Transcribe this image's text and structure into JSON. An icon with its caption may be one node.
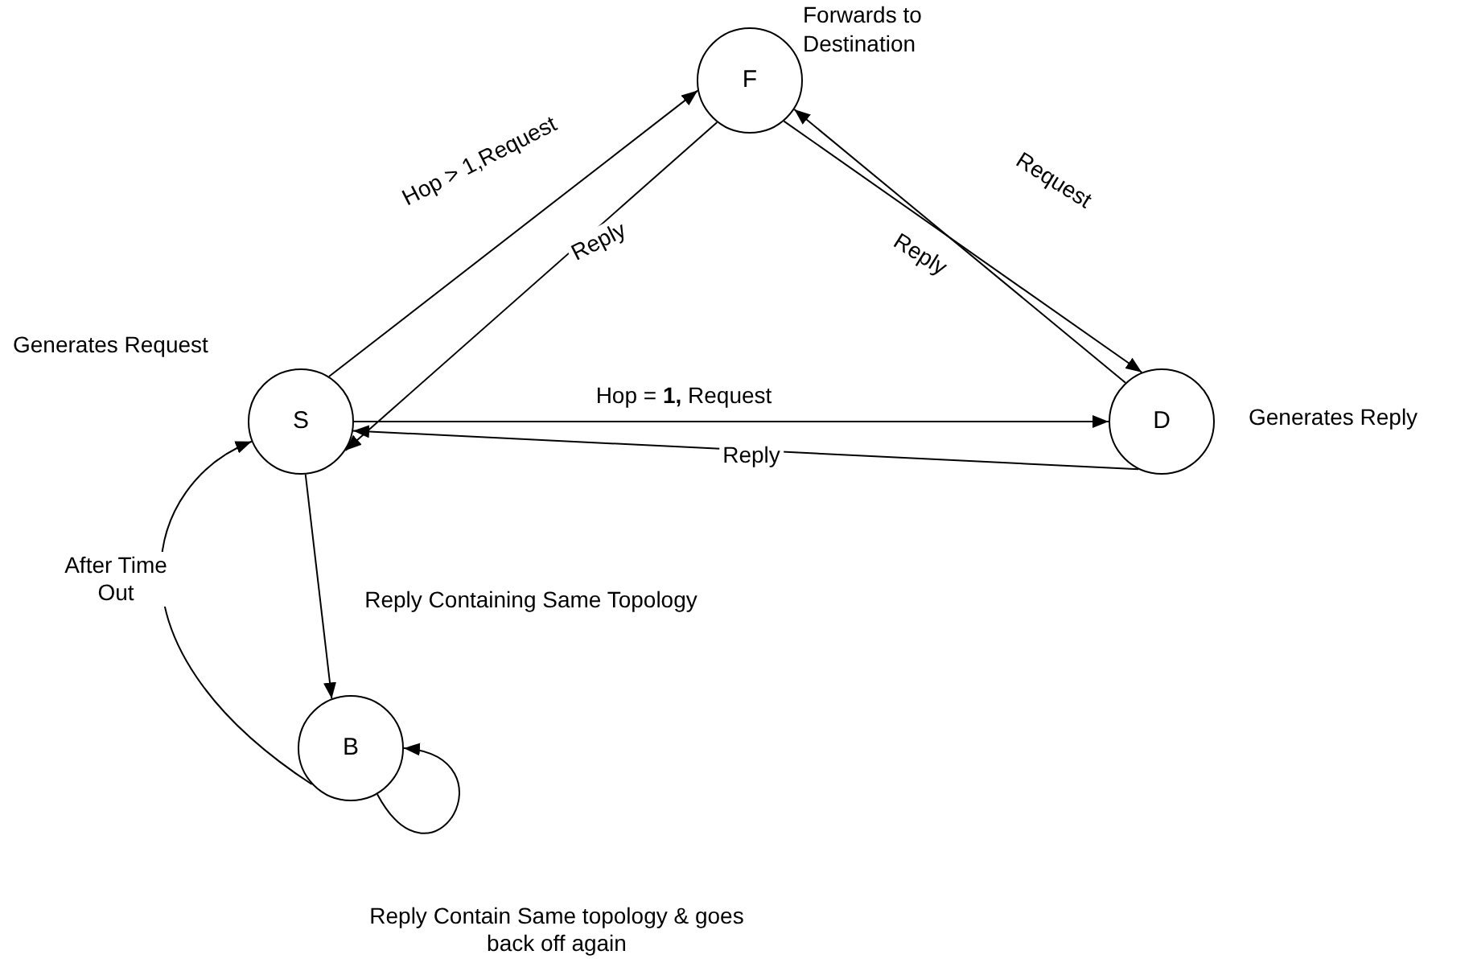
{
  "diagram": {
    "nodes": [
      {
        "text": [
          "F"
        ],
        "beside": [
          "Forwards to Destination"
        ]
      },
      {
        "text": [
          "S"
        ],
        "beside": [
          "Generates Request"
        ]
      },
      {
        "text": [
          "D"
        ],
        "beside": [
          "Generates Reply"
        ]
      },
      {
        "text": [
          "B"
        ]
      }
    ],
    "edges": [
      {
        "from": 1,
        "to": 0,
        "arrow": "to",
        "label": "Hop > 1,Request"
      },
      {
        "from": 0,
        "to": 1,
        "arrow": "to",
        "label": "Reply"
      },
      {
        "from": 0,
        "to": 2,
        "arrow": "to",
        "label": "Request"
      },
      {
        "from": 2,
        "to": 0,
        "arrow": "to",
        "label": "Reply"
      },
      {
        "from": 1,
        "to": 2,
        "arrow": "to",
        "label": "Hop = **1,** Request"
      },
      {
        "from": 2,
        "to": 1,
        "arrow": "to",
        "label": "Reply"
      },
      {
        "from": 1,
        "to": 3,
        "arrow": "to",
        "label": "Reply Containing Same Topology"
      },
      {
        "from": 3,
        "to": 1,
        "arrow": "to",
        "label": "After Time Out"
      },
      {
        "from": 3,
        "to": 3,
        "arrow": "to",
        "label": "Reply Contain Same topology & goes back off again"
      }
    ]
  }
}
